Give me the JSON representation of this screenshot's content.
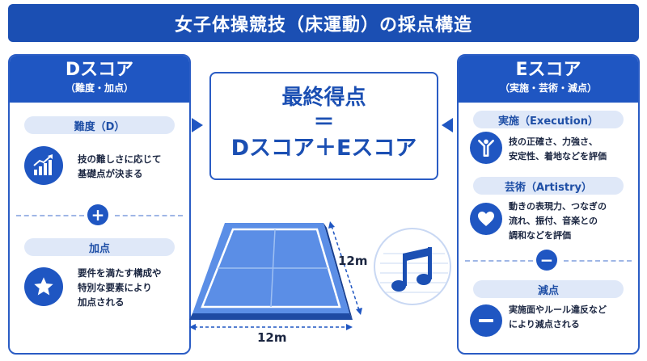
{
  "title": "女子体操競技（床運動）の採点構造",
  "colors": {
    "primary": "#1f56c2",
    "light": "#dfe8f8",
    "floor": "#5b8ee6"
  },
  "d_score": {
    "title": "Dスコア",
    "subtitle": "（難度・加点）",
    "sections": [
      {
        "label": "難度（D）",
        "icon": "bar-chart-growth-icon",
        "desc_lines": [
          "技の難しさに応じて",
          "基礎点が決まる"
        ]
      },
      {
        "label": "加点",
        "icon": "star-icon",
        "desc_lines": [
          "要件を満たす構成や",
          "特別な要素により",
          "加点される"
        ]
      }
    ],
    "operator": "+"
  },
  "center": {
    "line1": "最終得点",
    "line2": "＝",
    "line3": "Dスコア＋Eスコア"
  },
  "e_score": {
    "title": "Eスコア",
    "subtitle": "（実施・芸術・減点）",
    "sections": [
      {
        "label": "実施（Execution）",
        "icon": "gymnast-icon",
        "desc_lines": [
          "技の正確さ、力強さ、",
          "安定性、着地などを評価"
        ]
      },
      {
        "label": "芸術（Artistry）",
        "icon": "heart-icon",
        "desc_lines": [
          "動きの表現力、つなぎの",
          "流れ、振付、音楽との",
          "調和などを評価"
        ]
      },
      {
        "label": "減点",
        "icon": "minus-icon",
        "desc_lines": [
          "実施面やルール違反など",
          "により減点される"
        ]
      }
    ],
    "operator": "−"
  },
  "floor": {
    "width_label": "12m",
    "depth_label": "12m",
    "icon": "floor-mat-icon"
  },
  "music_icon": "music-note-icon"
}
